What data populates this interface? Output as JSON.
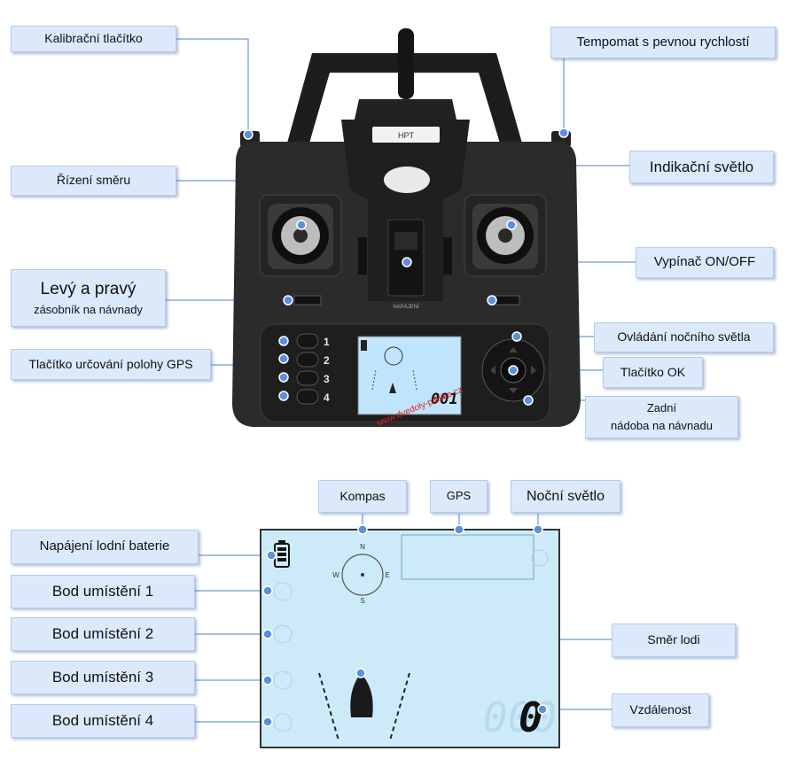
{
  "remote": {
    "model": "HPT",
    "switch_label": "NAPÁJENÍ",
    "buttons": [
      "1",
      "2",
      "3",
      "4"
    ],
    "lcd_digits": "001",
    "watermark": "www.dvedoly-pitbike.cz"
  },
  "labels": {
    "calibration": "Kalibrační tlačítko",
    "cruise": "Tempomat s pevnou rychlostí",
    "indicator": "Indikační světlo",
    "steering": "Řízení směru",
    "bait_line1": "Levý a pravý",
    "bait_line2": "zásobník na návnady",
    "power": "Vypínač ON/OFF",
    "gps_button": "Tlačítko určování polohy GPS",
    "night_light_control": "Ovládání nočního světla",
    "ok_button": "Tlačítko OK",
    "rear_line1": "Zadní",
    "rear_line2": "nádoba na návnadu"
  },
  "display": {
    "compass": "Kompas",
    "gps": "GPS",
    "night_light": "Noční světlo",
    "battery": "Napájení lodní baterie",
    "points": [
      "Bod umístění 1",
      "Bod umístění 2",
      "Bod umístění 3",
      "Bod umístění 4"
    ],
    "boat_direction": "Směr lodi",
    "distance": "Vzdálenost",
    "compass_n": "N",
    "compass_e": "E",
    "compass_s": "S",
    "compass_w": "W",
    "distance_digits": "000",
    "distance_last": "0"
  },
  "colors": {
    "label_bg": "#dce9fb",
    "lcd_bg": "#cdeaf9",
    "body": "#2a2a2a",
    "marker": "#5b8fe0"
  }
}
